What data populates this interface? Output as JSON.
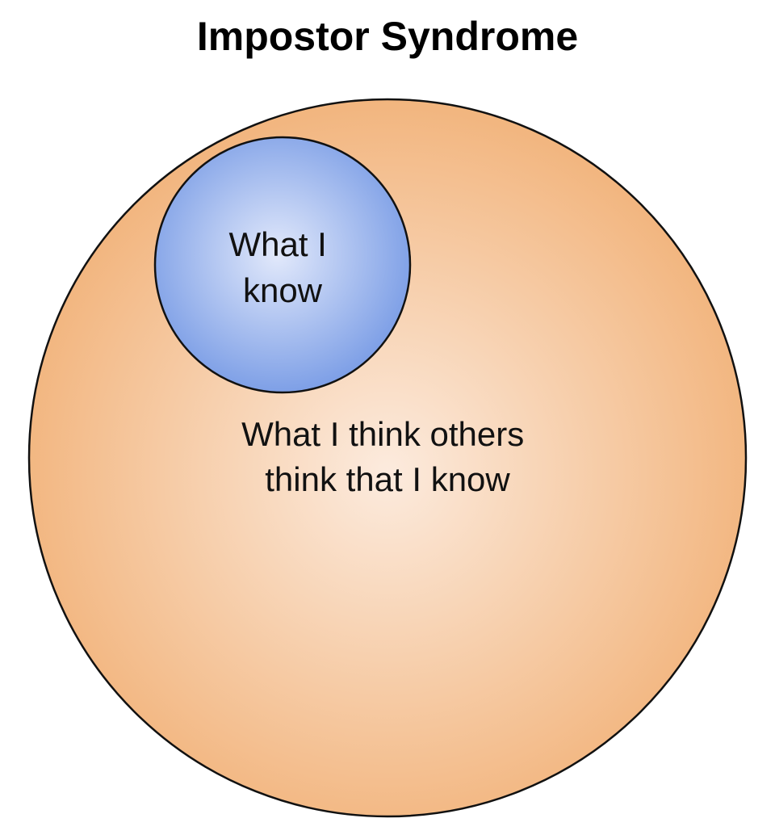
{
  "title": "Impostor Syndrome",
  "inner_circle": {
    "label_line1": "What I",
    "label_line2": "know"
  },
  "outer_circle": {
    "label_line1": "What I think others",
    "label_line2": "think that I know"
  },
  "colors": {
    "outer_fill_center": "#fcebde",
    "outer_fill_edge": "#f2b57e",
    "inner_fill_center": "#e2e9fb",
    "inner_fill_edge": "#7c9ee6",
    "stroke": "#111111"
  }
}
